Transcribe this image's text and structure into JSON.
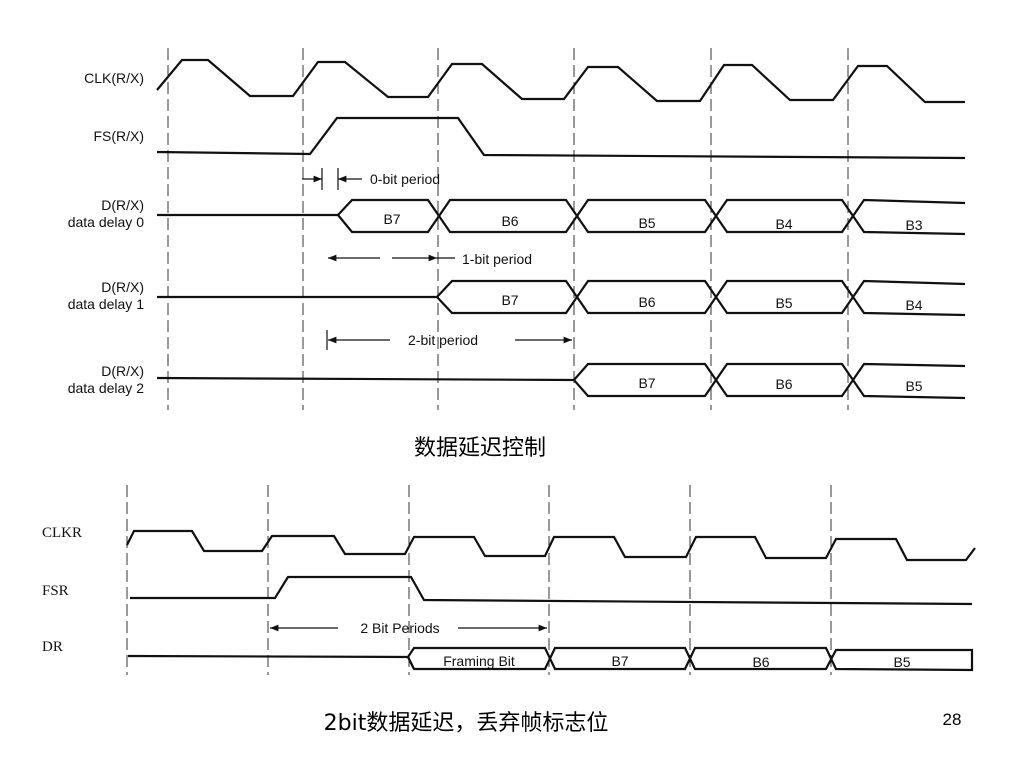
{
  "top_diagram": {
    "signals": [
      {
        "label": "CLK(R/X)"
      },
      {
        "label": "FS(R/X)"
      },
      {
        "label": "D(R/X)",
        "sublabel": "data delay 0",
        "bits": [
          "B7",
          "B6",
          "B5",
          "B4",
          "B3"
        ]
      },
      {
        "label": "D(R/X)",
        "sublabel": "data delay 1",
        "bits": [
          "B7",
          "B6",
          "B5",
          "B4"
        ]
      },
      {
        "label": "D(R/X)",
        "sublabel": "data delay 2",
        "bits": [
          "B7",
          "B6",
          "B5"
        ]
      }
    ],
    "periods": [
      "0-bit period",
      "1-bit period",
      "2-bit period"
    ],
    "caption": "数据延迟控制"
  },
  "bottom_diagram": {
    "signals": [
      {
        "label": "CLKR"
      },
      {
        "label": "FSR"
      },
      {
        "label": "DR",
        "bits": [
          "Framing Bit",
          "B7",
          "B6",
          "B5"
        ]
      }
    ],
    "period": "2 Bit Periods",
    "caption": "2bit数据延迟，丢弃帧标志位"
  },
  "page_number": "28"
}
